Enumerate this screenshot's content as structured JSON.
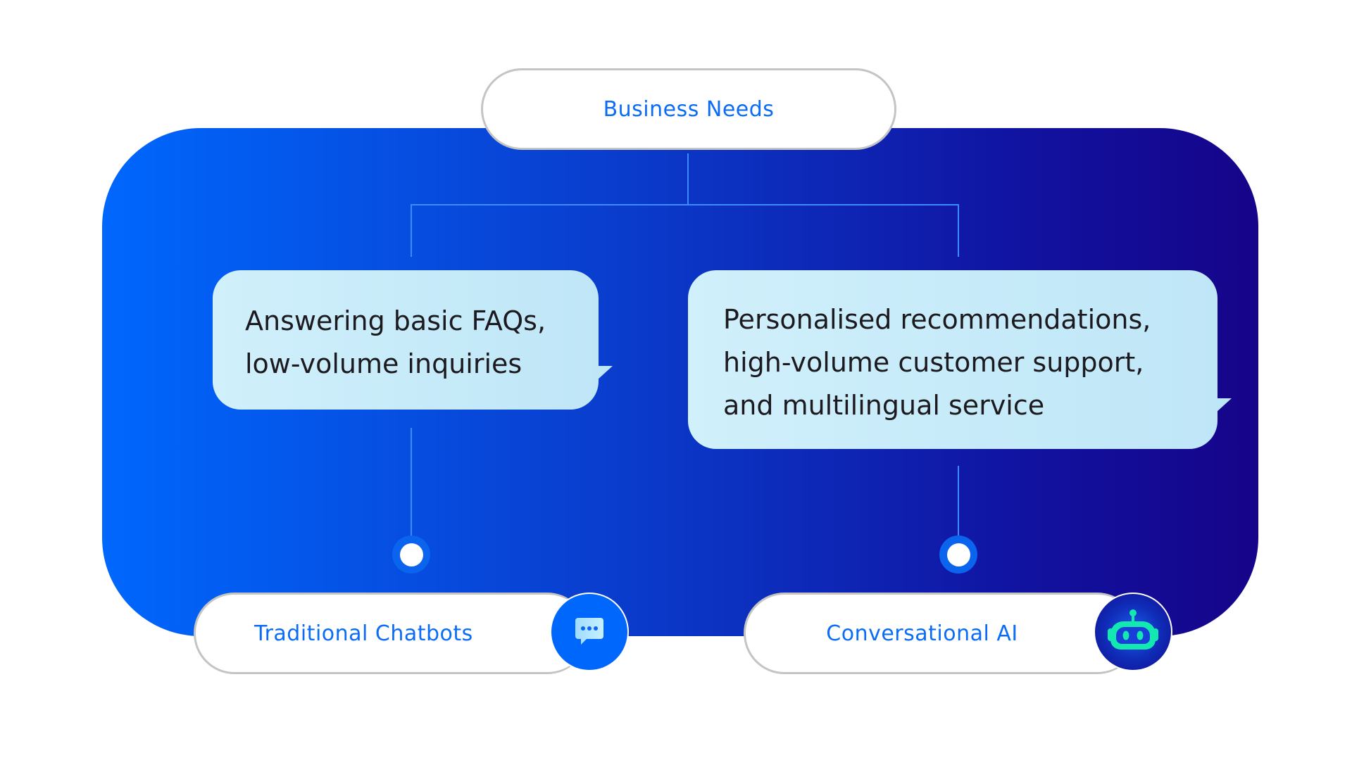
{
  "diagram": {
    "root": {
      "label": "Business Needs"
    },
    "branches": [
      {
        "need_text_lines": [
          "Answering basic FAQs,",
          "low-volume inquiries"
        ],
        "solution_label": "Traditional Chatbots",
        "icon": "chat-bubble-icon"
      },
      {
        "need_text_lines": [
          "Personalised recommendations,",
          "high-volume customer support,",
          "and multilingual service"
        ],
        "solution_label": "Conversational AI",
        "icon": "robot-icon"
      }
    ]
  },
  "colors": {
    "label_blue": "#0b6cf6",
    "panel_gradient_start": "#0067fd",
    "panel_gradient_end": "#160489",
    "bubble_fill": "#c8ecf9",
    "connector": "#3d8bff",
    "robot_accent": "#12e8b0"
  }
}
